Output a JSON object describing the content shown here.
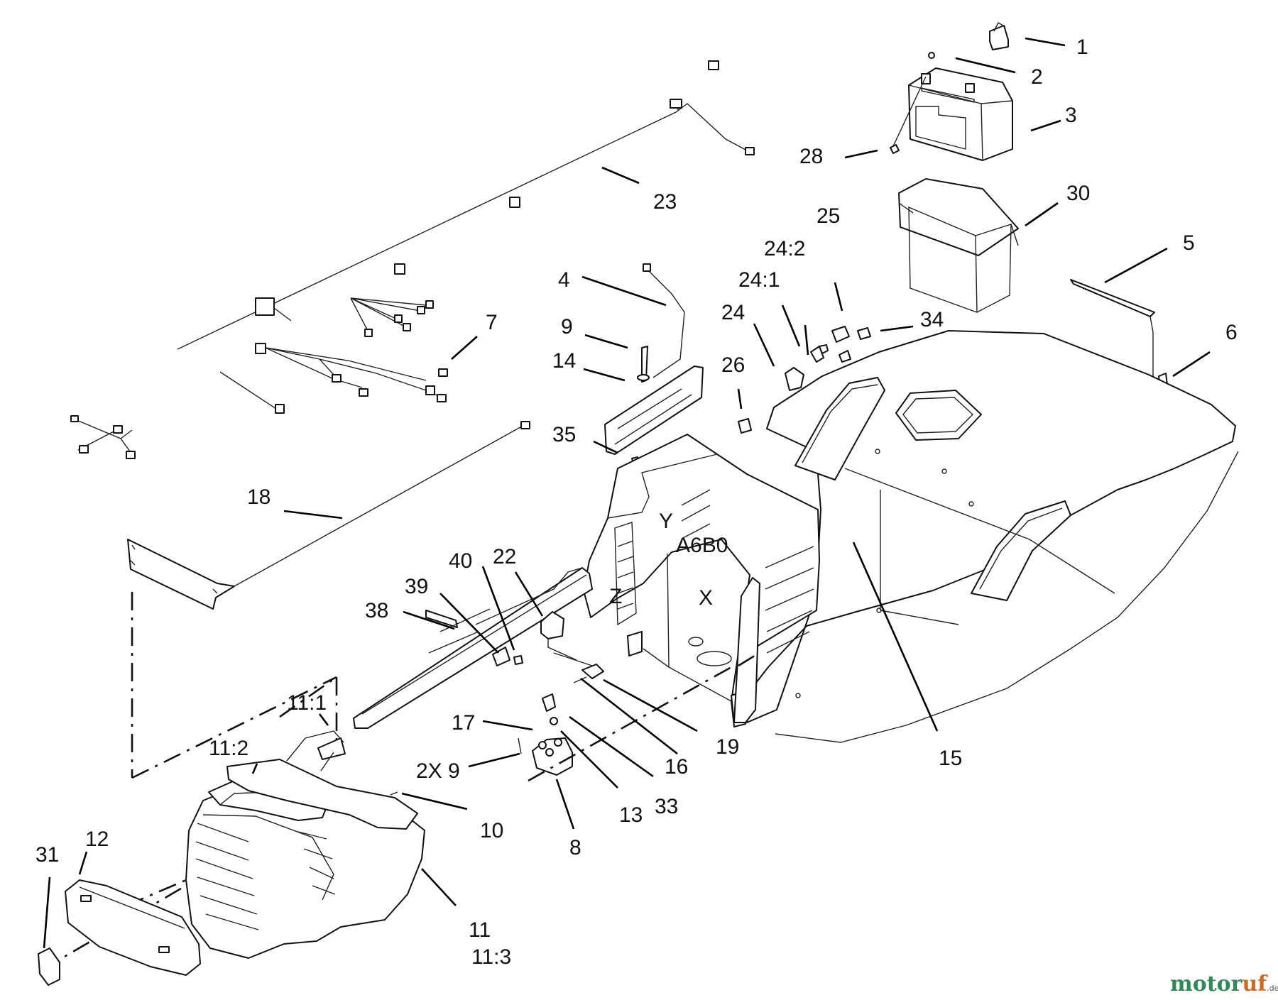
{
  "callouts": {
    "c1": "1",
    "c2": "2",
    "c3": "3",
    "c28": "28",
    "c23": "23",
    "c30": "30",
    "c25": "25",
    "c24_2": "24:2",
    "c5": "5",
    "c24_1": "24:1",
    "c4": "4",
    "c7": "7",
    "c24": "24",
    "c34": "34",
    "c9": "9",
    "c6": "6",
    "c14": "14",
    "c26": "26",
    "c35": "35",
    "c18": "18",
    "c40": "40",
    "c22": "22",
    "c39": "39",
    "c38": "38",
    "c11_1": "11:1",
    "c17": "17",
    "c11_2": "11:2",
    "c2x9": "2X 9",
    "c16": "16",
    "c19": "19",
    "c15": "15",
    "c33": "33",
    "c13": "13",
    "c10": "10",
    "c8": "8",
    "c12": "12",
    "c31": "31",
    "c11": "11",
    "c11_3": "11:3"
  },
  "frame_marks": {
    "y": "Y",
    "z": "Z",
    "x": "X",
    "overlap": "A6B0"
  },
  "watermark": {
    "brand_a": "motoruf",
    "brand_b": "motoruf",
    "suffix": ".de"
  }
}
